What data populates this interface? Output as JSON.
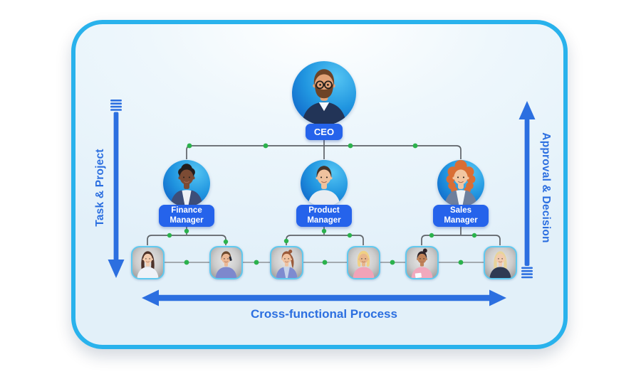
{
  "colors": {
    "accent": "#2c6fe0",
    "badge_blue": "#2563eb",
    "card_border": "#29b2ec",
    "connector_gray": "#5f6368",
    "chain_gray": "#9aa0a6",
    "junction_green": "#2bb24c",
    "avatar_circle_light": "#55c5f3",
    "avatar_circle_dark": "#0b57c2",
    "employee_border": "#5fc9ef"
  },
  "annotations": {
    "left_arrow_label": "Task & Project",
    "right_arrow_label": "Approval & Decision",
    "bottom_arrow_label": "Cross-functional Process"
  },
  "org": {
    "ceo": {
      "label": "CEO",
      "avatar": {
        "desc": "man with glasses and beard in navy suit with white shirt, arms crossed",
        "skin": "#e2a277",
        "hair": "#6e4326",
        "hair_style": "short",
        "shirt": "#223457",
        "vneck": true,
        "glasses": true,
        "beard": true
      }
    },
    "managers": [
      {
        "label": "Finance Manager",
        "avatar": {
          "desc": "woman with black curly updo, white tee and dark blue jacket",
          "skin": "#7c4b34",
          "hair": "#221d1e",
          "hair_style": "afro",
          "shirt": "#eef1f5",
          "jacket": "#3d4e79"
        }
      },
      {
        "label": "Product Manager",
        "avatar": {
          "desc": "man with short dark hair in light gray shirt",
          "skin": "#f0c29e",
          "hair": "#46342a",
          "hair_style": "short",
          "shirt": "#e8edf3"
        }
      },
      {
        "label": "Sales Manager",
        "avatar": {
          "desc": "woman with big curly orange hair, white top and gray-blue blazer",
          "skin": "#f2c6a2",
          "hair": "#d96e35",
          "hair_style": "curly",
          "shirt": "#f0f3f7",
          "jacket": "#6e7f9d"
        }
      }
    ],
    "employees": [
      {
        "avatar": {
          "desc": "woman with long dark brown hair in white blouse",
          "skin": "#f2cbae",
          "hair": "#4e3229",
          "hair_style": "long",
          "shirt": "#eef2f8"
        }
      },
      {
        "avatar": {
          "desc": "man with brown hair holding phone, periwinkle sweater",
          "skin": "#ecb894",
          "hair": "#6d4a2e",
          "hair_style": "short",
          "shirt": "#7d88cd",
          "phone": true
        }
      },
      {
        "avatar": {
          "desc": "woman with auburn ponytail, light shirt and blue-violet vest",
          "skin": "#f0c2a0",
          "hair": "#9a5a3a",
          "hair_style": "pony",
          "shirt": "#c6d3ea",
          "jacket": "#7e8bd0"
        }
      },
      {
        "avatar": {
          "desc": "woman with blonde bob in pink shirt",
          "skin": "#e9b68c",
          "hair": "#f0d084",
          "hair_style": "bob",
          "shirt": "#f1a3b8"
        }
      },
      {
        "avatar": {
          "desc": "woman with dark top bun in pink top holding paper",
          "skin": "#c08258",
          "hair": "#2e2429",
          "hair_style": "bun",
          "shirt": "#f1a9bd",
          "paper": true
        }
      },
      {
        "avatar": {
          "desc": "woman with long blonde hair in dark navy top",
          "skin": "#f2cbae",
          "hair": "#e8d49a",
          "hair_style": "long",
          "shirt": "#2e3a52"
        }
      }
    ]
  }
}
